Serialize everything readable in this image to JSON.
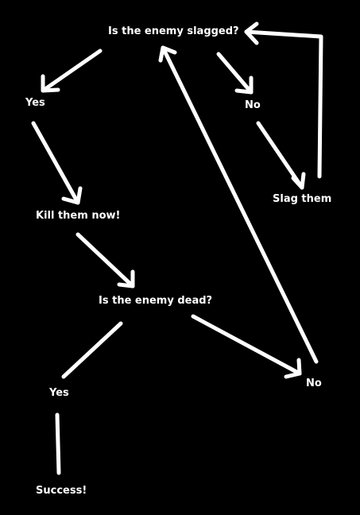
{
  "diagram": {
    "background": "#000000",
    "foreground": "#ffffff",
    "nodes": {
      "is_slagged": "Is the enemy slagged?",
      "yes_1": "Yes",
      "no_1": "No",
      "slag_them": "Slag them",
      "kill_now": "Kill them now!",
      "is_dead": "Is the enemy dead?",
      "no_2": "No",
      "yes_2": "Yes",
      "success": "Success!"
    },
    "edges": [
      {
        "from": "is_slagged",
        "to": "yes_1",
        "arrowhead": true
      },
      {
        "from": "is_slagged",
        "to": "no_1",
        "arrowhead": true
      },
      {
        "from": "no_1",
        "to": "slag_them",
        "arrowhead": true
      },
      {
        "from": "slag_them",
        "to": "is_slagged",
        "arrowhead": true
      },
      {
        "from": "yes_1",
        "to": "kill_now",
        "arrowhead": true
      },
      {
        "from": "kill_now",
        "to": "is_dead",
        "arrowhead": true
      },
      {
        "from": "is_dead",
        "to": "no_2",
        "arrowhead": true
      },
      {
        "from": "no_2",
        "to": "is_slagged",
        "arrowhead": true
      },
      {
        "from": "is_dead",
        "to": "yes_2",
        "arrowhead": false
      },
      {
        "from": "yes_2",
        "to": "success",
        "arrowhead": false
      }
    ]
  }
}
